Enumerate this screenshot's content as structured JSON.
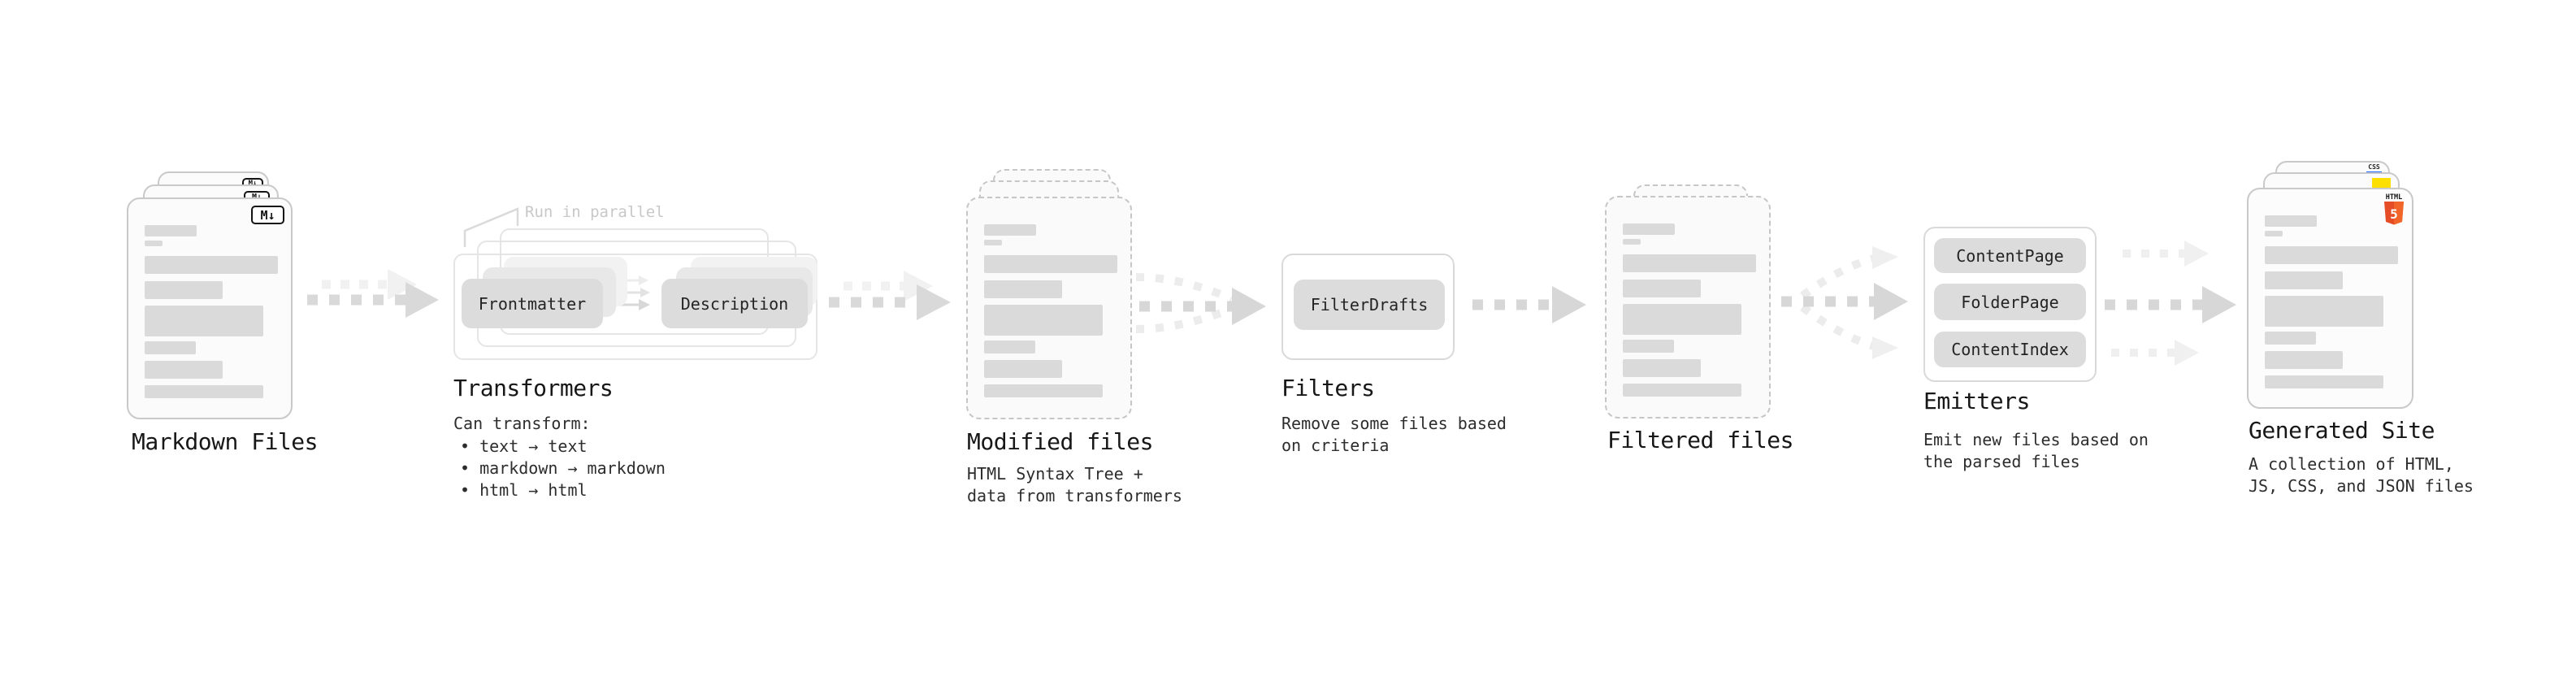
{
  "diagram": {
    "markdown_files": {
      "title": "Markdown Files"
    },
    "transformers": {
      "title": "Transformers",
      "annotation": "Run in parallel",
      "box_frontmatter": "Frontmatter",
      "box_description": "Description",
      "desc": "Can transform:",
      "bullet1": "• text → text",
      "bullet2": "• markdown → markdown",
      "bullet3": "• html → html"
    },
    "modified_files": {
      "title": "Modified files",
      "desc1": "HTML Syntax Tree +",
      "desc2": "data from transformers"
    },
    "filters": {
      "title": "Filters",
      "box_filterdrafts": "FilterDrafts",
      "desc1": "Remove some files based",
      "desc2": "on criteria"
    },
    "filtered_files": {
      "title": "Filtered files"
    },
    "emitters": {
      "title": "Emitters",
      "box_contentpage": "ContentPage",
      "box_folderpage": "FolderPage",
      "box_contentindex": "ContentIndex",
      "desc1": "Emit new files based on",
      "desc2": "the parsed files"
    },
    "generated_site": {
      "title": "Generated Site",
      "desc1": "A collection of HTML,",
      "desc2": "JS, CSS, and JSON files"
    }
  },
  "icons": {
    "markdown": "M↓",
    "html5_label": "HTML",
    "html5_number": "5",
    "css_label": "CSS"
  },
  "colors": {
    "html5_orange": "#e44d26",
    "html5_orange_light": "#f16529",
    "js_yellow": "#ffdf00",
    "css_blue": "#1f6bff",
    "arrow_gray": "#d7d7d7",
    "arrow_light": "#ededed",
    "bar_gray": "#dadada"
  }
}
